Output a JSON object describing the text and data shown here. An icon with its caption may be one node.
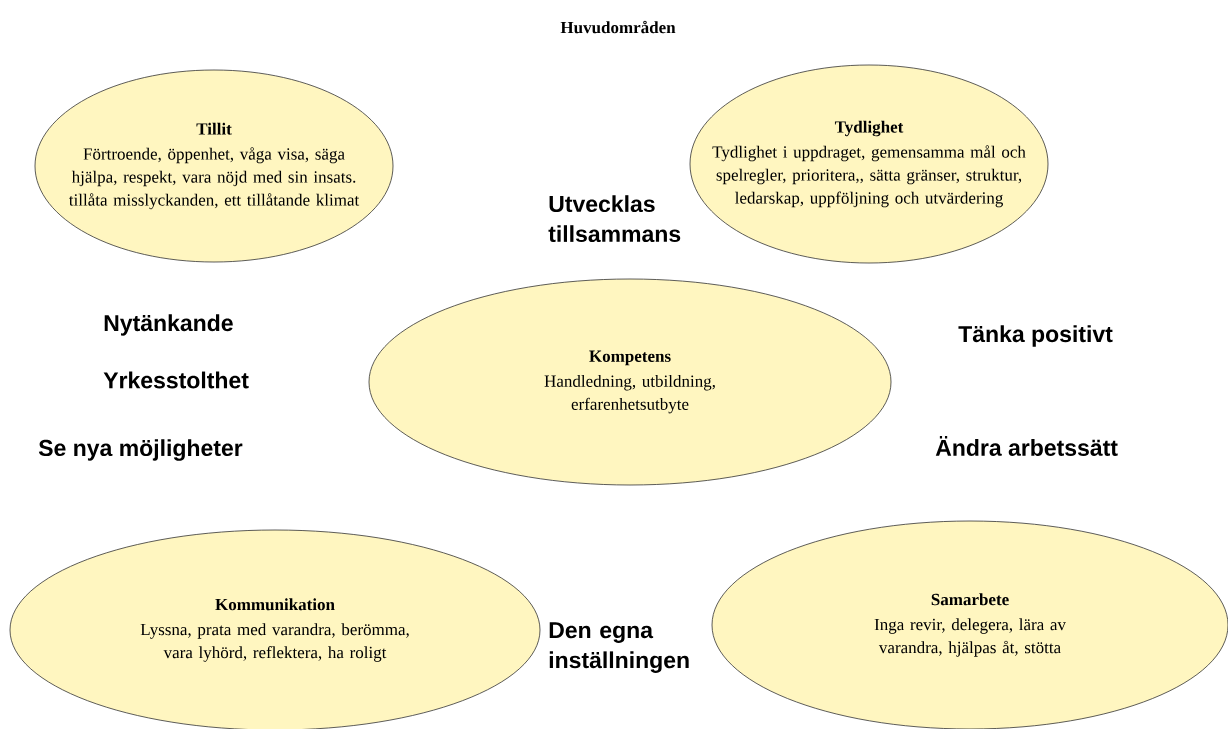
{
  "diagram": {
    "title": "Huvudområden",
    "nodes": [
      {
        "text": [
          "Tillit",
          "Förtroende, öppenhet, våga visa, säga hjälpa, respekt, vara nöjd med sin insats. tillåta misslyckanden, ett tillåtande klimat"
        ]
      },
      {
        "text": [
          "Tydlighet",
          "Tydlighet i uppdraget, gemensamma mål och spelregler, prioritera,, sätta gränser, struktur, ledarskap, uppföljning och utvärdering"
        ]
      },
      {
        "text": [
          "Kompetens",
          "Handledning, utbildning, erfarenhetsutbyte"
        ]
      },
      {
        "text": [
          "Kommunikation",
          "Lyssna, prata med varandra, berömma, vara lyhörd, reflektera, ha roligt"
        ]
      },
      {
        "text": [
          "Samarbete",
          "Inga revir, delegera, lära av varandra, hjälpas åt, stötta"
        ]
      }
    ],
    "labels": [
      "Utvecklas tillsammans",
      "Nytänkande",
      "Tänka positivt",
      "Yrkesstolthet",
      "Se nya möjligheter",
      "Ändra arbetssätt",
      "Den egna inställningen"
    ]
  }
}
